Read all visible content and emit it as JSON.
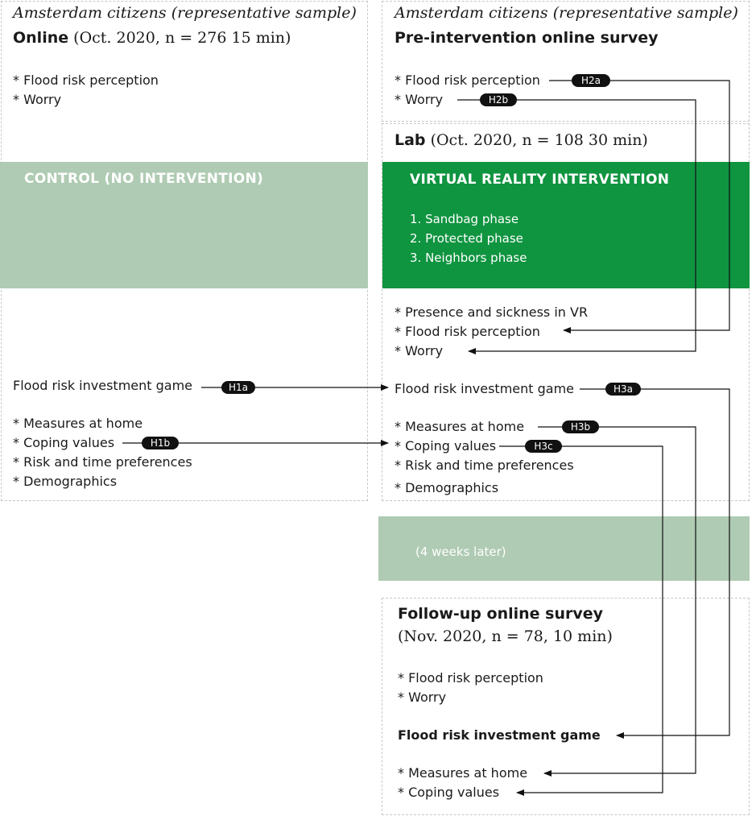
{
  "left": {
    "population": "Amsterdam citizens (representative sample)",
    "title_bold": "Online",
    "title_rest": " (Oct. 2020, n = 276 15 min)",
    "pre_items": [
      "* Flood risk perception",
      "*  Worry"
    ],
    "control_label": "CONTROL (NO INTERVENTION)",
    "game": "Flood risk investment game",
    "post_items": [
      "* Measures at home",
      "* Coping values",
      "* Risk and time preferences",
      "* Demographics"
    ]
  },
  "right": {
    "population": "Amsterdam citizens (representative sample)",
    "pre_title": "Pre-intervention online survey",
    "pre_items": [
      "* Flood risk perception",
      "*  Worry"
    ],
    "lab_bold": "Lab",
    "lab_rest": " (Oct. 2020, n = 108 30 min)",
    "vr_label": "VIRTUAL REALITY INTERVENTION",
    "vr_phases": [
      "1. Sandbag phase",
      "2. Protected phase",
      "3. Neighbors phase"
    ],
    "post_vr_items": [
      "* Presence and sickness in VR",
      "* Flood risk perception",
      "*  Worry"
    ],
    "game": "Flood risk investment game",
    "post_items": [
      "* Measures at home",
      "* Coping values",
      "* Risk and time preferences",
      "* Demographics"
    ],
    "gap_label": "(4 weeks later)",
    "followup_title": "Follow-up online survey",
    "followup_sub": "(Nov. 2020, n = 78, 10 min)",
    "followup_items": [
      "*  Flood risk perception",
      "*  Worry"
    ],
    "followup_game": "Flood risk investment game",
    "followup_post": [
      "*  Measures at home",
      "*  Coping values"
    ]
  },
  "hypotheses": {
    "h1a": "H1a",
    "h1b": "H1b",
    "h2a": "H2a",
    "h2b": "H2b",
    "h3a": "H3a",
    "h3b": "H3b",
    "h3c": "H3c"
  },
  "colors": {
    "control_band": "#afcbb3",
    "vr_band": "#0f9440",
    "gap_band": "#afcbb3",
    "border": "#c8c8c8",
    "pill": "#111111"
  }
}
